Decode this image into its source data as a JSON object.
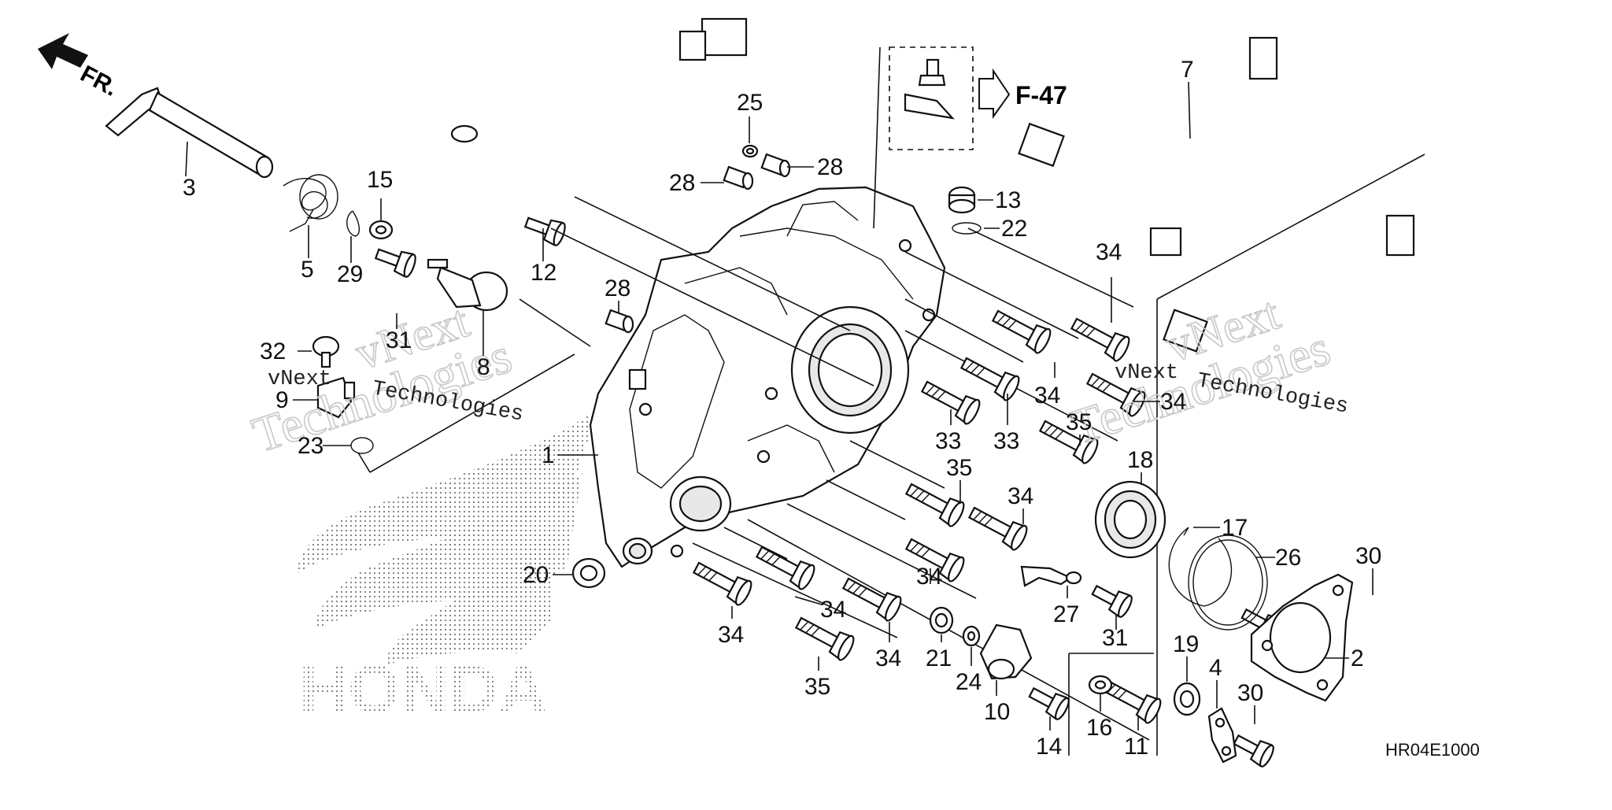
{
  "diagram": {
    "front_label": "FR.",
    "ref_label": "F-47",
    "code": "HR04E1000",
    "brand": "HONDA",
    "watermark_lines": [
      "vNext",
      "Technologies"
    ]
  },
  "callouts": {
    "c1": "1",
    "c2": "2",
    "c3": "3",
    "c4": "4",
    "c5": "5",
    "c7": "7",
    "c8": "8",
    "c9": "9",
    "c10": "10",
    "c11": "11",
    "c12": "12",
    "c13": "13",
    "c14": "14",
    "c15": "15",
    "c16": "16",
    "c17": "17",
    "c18": "18",
    "c19": "19",
    "c20": "20",
    "c21": "21",
    "c22": "22",
    "c23": "23",
    "c24": "24",
    "c25": "25",
    "c26": "26",
    "c27": "27",
    "c28": "28",
    "c29": "29",
    "c30": "30",
    "c31": "31",
    "c32": "32",
    "c33": "33",
    "c34": "34",
    "c35": "35"
  }
}
